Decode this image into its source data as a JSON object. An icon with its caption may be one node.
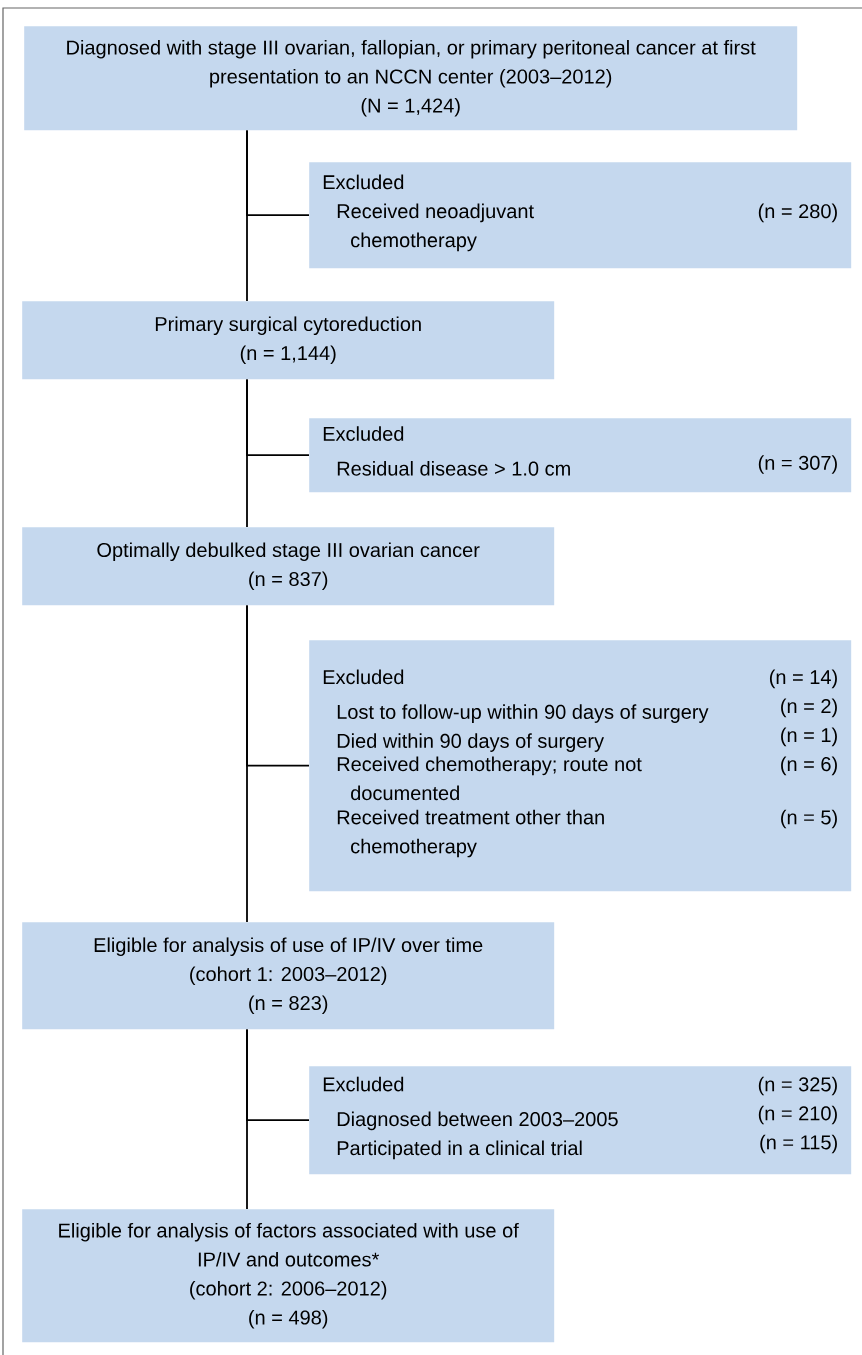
{
  "diagram": {
    "nodes": [
      {
        "text": [
          "Diagnosed with stage III ovarian, fallopian, or primary peritoneal cancer at first presentation to an NCCN center (2003–2012)",
          "(N = 1,424)"
        ]
      },
      {
        "text": [
          "Excluded",
          "Received neoadjuvant chemotherapy",
          "(n = 280)"
        ]
      },
      {
        "text": [
          "Primary surgical cytoreduction",
          "(n = 1,144)"
        ]
      },
      {
        "text": [
          "Excluded",
          "Residual disease > 1.0 cm",
          "(n = 307)"
        ]
      },
      {
        "text": [
          "Optimally debulked stage III ovarian cancer",
          "(n = 837)"
        ]
      },
      {
        "text": [
          "Excluded",
          "(n = 14)",
          "Lost to follow-up within 90 days of surgery",
          "(n = 2)",
          "Died within 90 days of surgery",
          "(n = 1)",
          "Received chemotherapy; route not documented",
          "(n = 6)",
          "Received treatment other than chemotherapy",
          "(n = 5)"
        ]
      },
      {
        "text": [
          "Eligible for analysis of use of IP/IV over time (cohort 1: 2003–2012)",
          "(n = 823)"
        ]
      },
      {
        "text": [
          "Excluded",
          "(n = 325)",
          "Diagnosed between 2003–2005",
          "(n = 210)",
          "Participated in a clinical trial",
          "(n = 115)"
        ]
      },
      {
        "text": [
          "Eligible for analysis of factors associated with use of IP/IV and outcomes*",
          "(cohort 2: 2006–2012)",
          "(n = 498)"
        ]
      }
    ],
    "edges": [
      {
        "from": 0,
        "to": 1,
        "arrow": "none"
      },
      {
        "from": 0,
        "to": 2,
        "arrow": "none"
      },
      {
        "from": 2,
        "to": 3,
        "arrow": "none"
      },
      {
        "from": 2,
        "to": 4,
        "arrow": "none"
      },
      {
        "from": 4,
        "to": 5,
        "arrow": "none"
      },
      {
        "from": 4,
        "to": 6,
        "arrow": "none"
      },
      {
        "from": 6,
        "to": 7,
        "arrow": "none"
      },
      {
        "from": 6,
        "to": 8,
        "arrow": "none"
      }
    ]
  }
}
